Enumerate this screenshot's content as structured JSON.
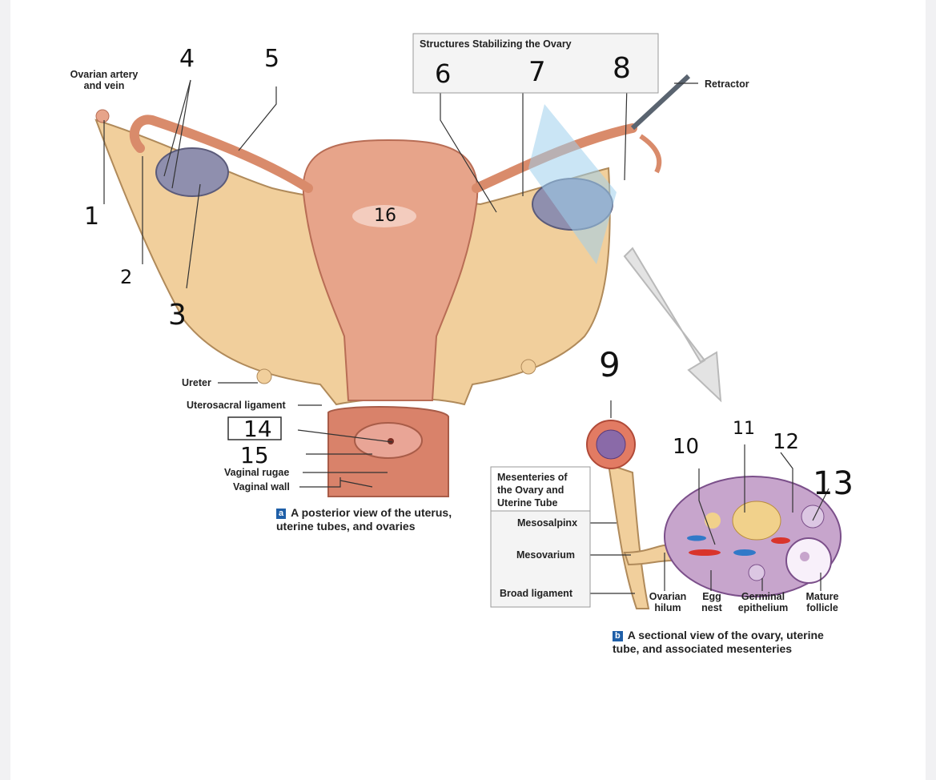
{
  "panel_a": {
    "box_title": "Structures Stabilizing the Ovary",
    "labels": {
      "ovarian_artery": "Ovarian artery\nand vein",
      "retractor": "Retractor",
      "ureter": "Ureter",
      "uterosacral": "Uterosacral ligament",
      "vaginal_rugae": "Vaginal rugae",
      "vaginal_wall": "Vaginal wall"
    },
    "caption_tag": "a",
    "caption": "A posterior view of the uterus,\nuterine tubes, and ovaries"
  },
  "panel_b": {
    "box_title": "Mesenteries of\nthe Ovary and\nUterine Tube",
    "labels": {
      "mesosalpinx": "Mesosalpinx",
      "mesovarium": "Mesovarium",
      "broad_ligament": "Broad ligament",
      "ovarian_hilum": "Ovarian\nhilum",
      "egg_nest": "Egg\nnest",
      "germinal_epithelium": "Germinal\nepithelium",
      "mature_follicle": "Mature\nfollicle"
    },
    "caption_tag": "b",
    "caption": "A sectional view of the ovary, uterine\ntube, and associated mesenteries"
  },
  "handwritten": {
    "n1": "1",
    "n2": "2",
    "n3": "3",
    "n4": "4",
    "n5": "5",
    "n6": "6",
    "n7": "7",
    "n8": "8",
    "n9": "9",
    "n10": "10",
    "n11": "11",
    "n12": "12",
    "n13": "13",
    "n14": "14",
    "n15": "15",
    "n16": "16"
  },
  "colors": {
    "uterus": "#e7a48a",
    "ligament": "#f1cf9c",
    "ovary": "#8f8fae",
    "tube": "#d98b6b",
    "caption_tag": "#1f5fa8",
    "box_bg": "#f4f4f4"
  }
}
